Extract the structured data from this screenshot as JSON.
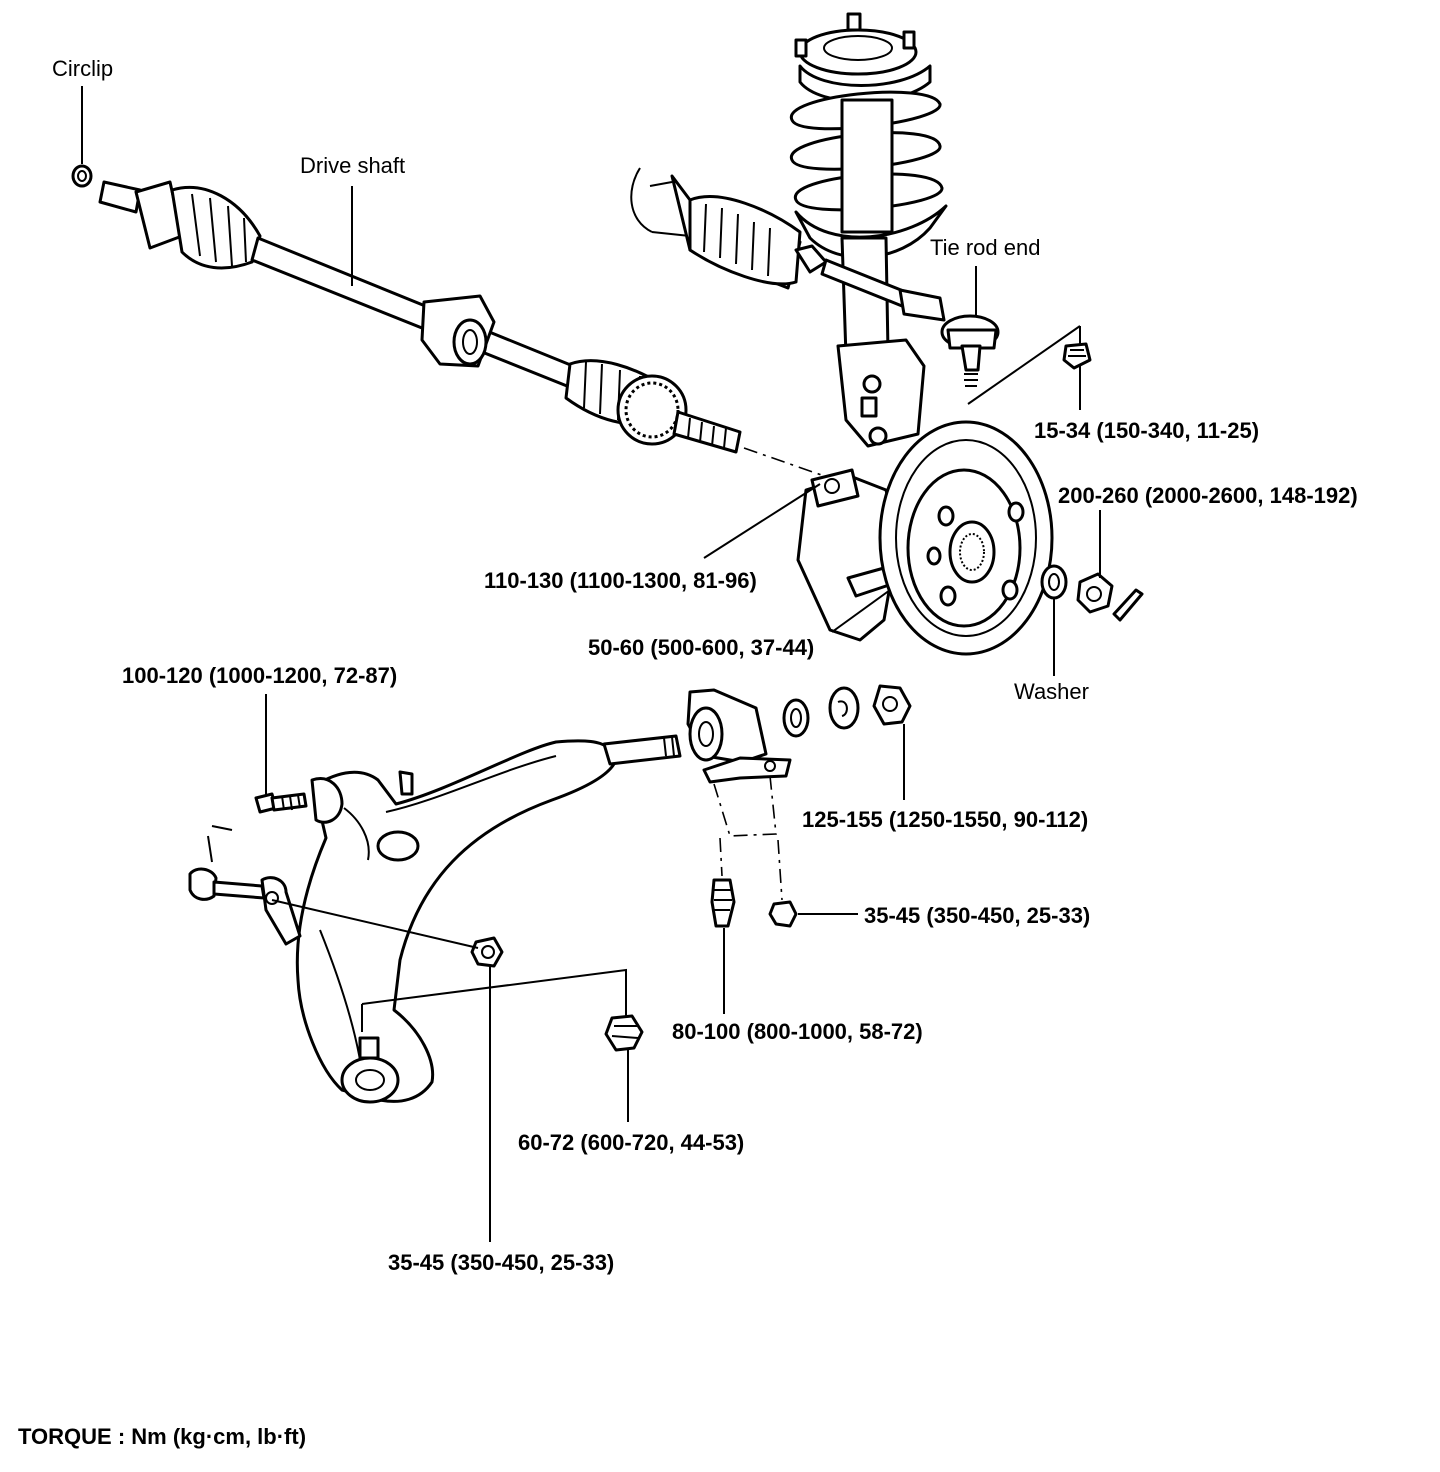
{
  "labels": {
    "circlip": "Circlip",
    "drive_shaft": "Drive shaft",
    "tie_rod_end": "Tie rod end",
    "washer": "Washer",
    "torque_tie_rod_nut": "15-34 (150-340, 11-25)",
    "torque_hub_nut": "200-260 (2000-2600, 148-192)",
    "torque_knuckle_bolt": "110-130 (1100-1300, 81-96)",
    "torque_caliper_bolt": "50-60 (500-600, 37-44)",
    "torque_arm_front_bolt": "100-120 (1000-1200, 72-87)",
    "torque_bushing_nut": "125-155 (1250-1550, 90-112)",
    "torque_bracket_nut": "35-45 (350-450, 25-33)",
    "torque_bracket_bolt": "80-100 (800-1000, 58-72)",
    "torque_ball_joint_nut": "60-72 (600-720, 44-53)",
    "torque_stabilizer_nut": "35-45 (350-450, 25-33)"
  },
  "footer": {
    "torque_units": "TORQUE : Nm (kg·cm, lb·ft)"
  }
}
